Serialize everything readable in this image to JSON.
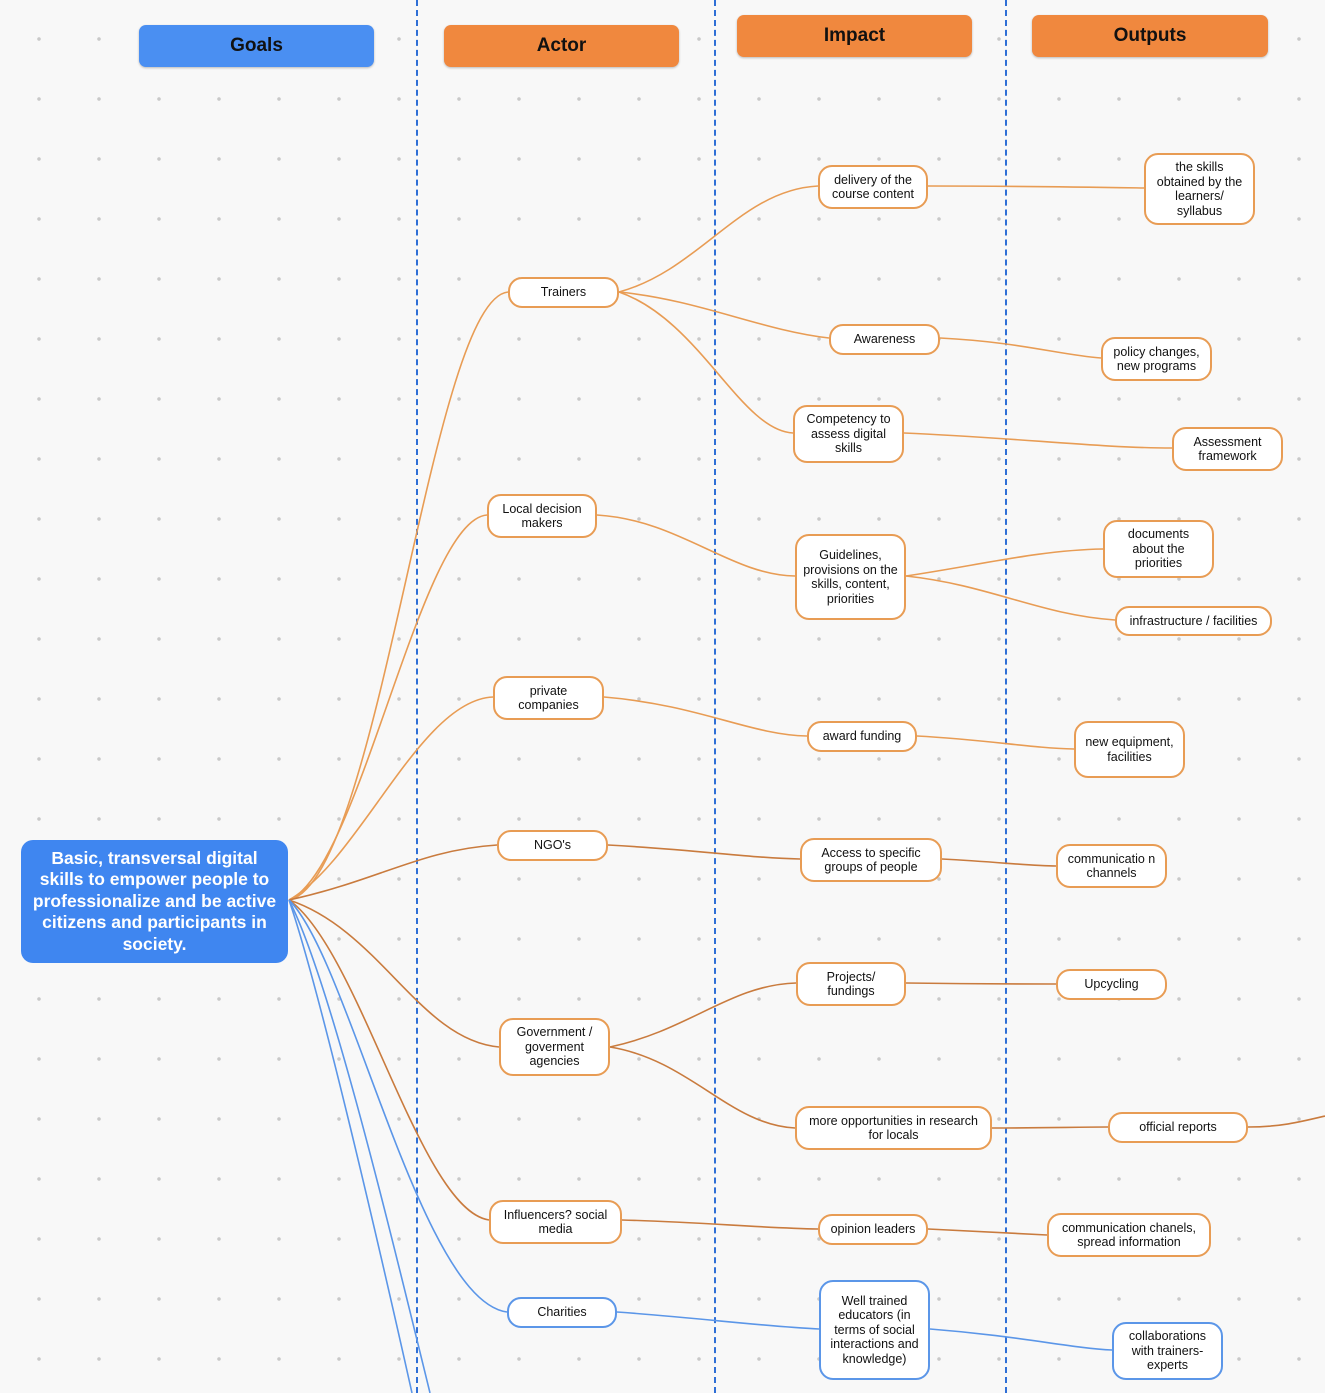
{
  "colors": {
    "actor_link": "#e89c54",
    "dark_link": "#c97b3e",
    "blue_link": "#5b96e8",
    "divider": "#2f6fd6"
  },
  "headers": {
    "goals": "Goals",
    "actor": "Actor",
    "impact": "Impact",
    "outputs": "Outputs"
  },
  "goal": "Basic, transversal digital skills to empower people to professionalize and be active citizens and participants in society.",
  "actors": {
    "trainers": "Trainers",
    "local": "Local decision makers",
    "private": "private companies",
    "ngo": "NGO's",
    "gov": "Government / goverment agencies",
    "influencers": "Influencers? social media",
    "charities": "Charities"
  },
  "impacts": {
    "delivery": "delivery of the course content",
    "awareness": "Awareness",
    "competency": "Competency to assess digital skills",
    "guidelines": "Guidelines, provisions on the skills, content, priorities",
    "award": "award funding",
    "access": "Access to specific groups of people",
    "projects": "Projects/ fundings",
    "opportunities": "more opportunities in research for locals",
    "opinion": "opinion leaders",
    "educators": "Well trained educators (in terms of social interactions and knowledge)"
  },
  "outputs": {
    "skills": "the skills obtained by the learners/ syllabus",
    "policy": "policy changes, new programs",
    "assessment": "Assessment framework",
    "documents": "documents about the priorities",
    "infrastructure": "infrastructure / facilities",
    "equipment": "new equipment, facilities",
    "communication": "communicatio n channels",
    "upcycling": "Upcycling",
    "reports": "official reports",
    "spread": "communication chanels, spread information",
    "collab": "collaborations with trainers- experts"
  }
}
